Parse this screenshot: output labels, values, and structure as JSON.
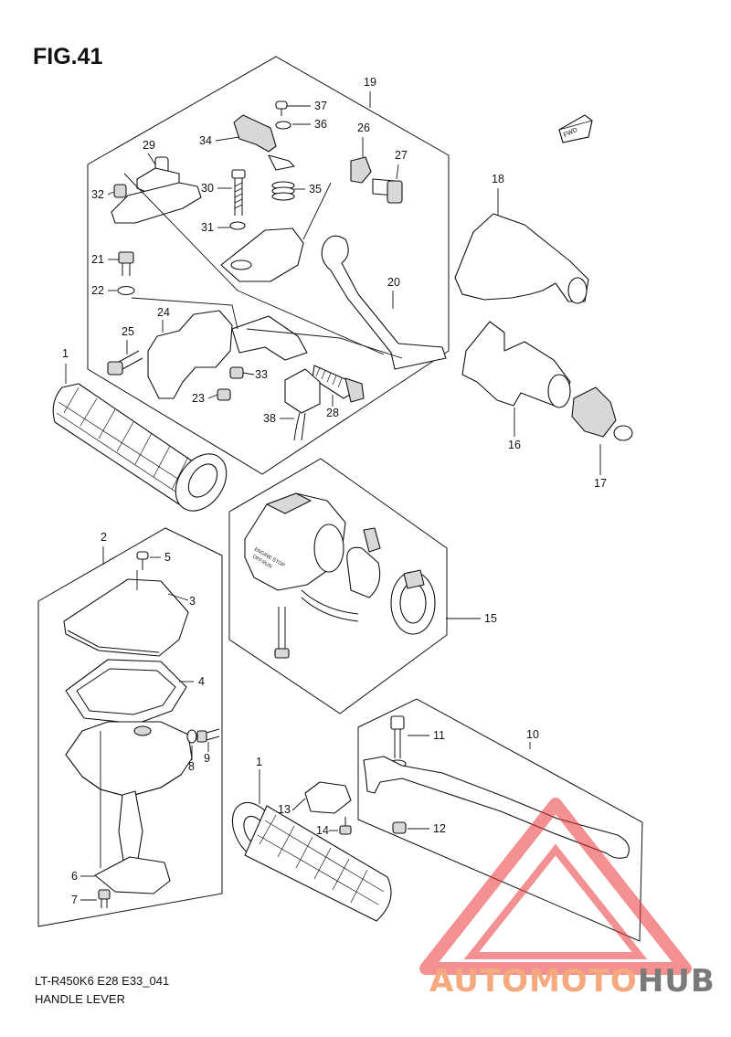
{
  "figure": {
    "title": "FIG.41",
    "model_code": "LT-R450K6 E28 E33_041",
    "section_name": "HANDLE LEVER",
    "fwd_label": "FWD"
  },
  "callouts": [
    "1",
    "2",
    "3",
    "4",
    "5",
    "6",
    "7",
    "8",
    "9",
    "10",
    "11",
    "12",
    "13",
    "14",
    "15",
    "16",
    "17",
    "18",
    "19",
    "20",
    "21",
    "22",
    "23",
    "24",
    "25",
    "26",
    "27",
    "28",
    "29",
    "30",
    "31",
    "32",
    "33",
    "34",
    "35",
    "36",
    "37",
    "38"
  ],
  "grip_callout": "1",
  "switch_labels": [
    "ENGINE STOP",
    "OFF",
    "RUN"
  ],
  "watermark": {
    "part1": "AUTOMOTO",
    "part2": "HUB",
    "color1": "#f4a97e",
    "color2": "#7a7a7a",
    "logo_color": "#e8363a"
  }
}
